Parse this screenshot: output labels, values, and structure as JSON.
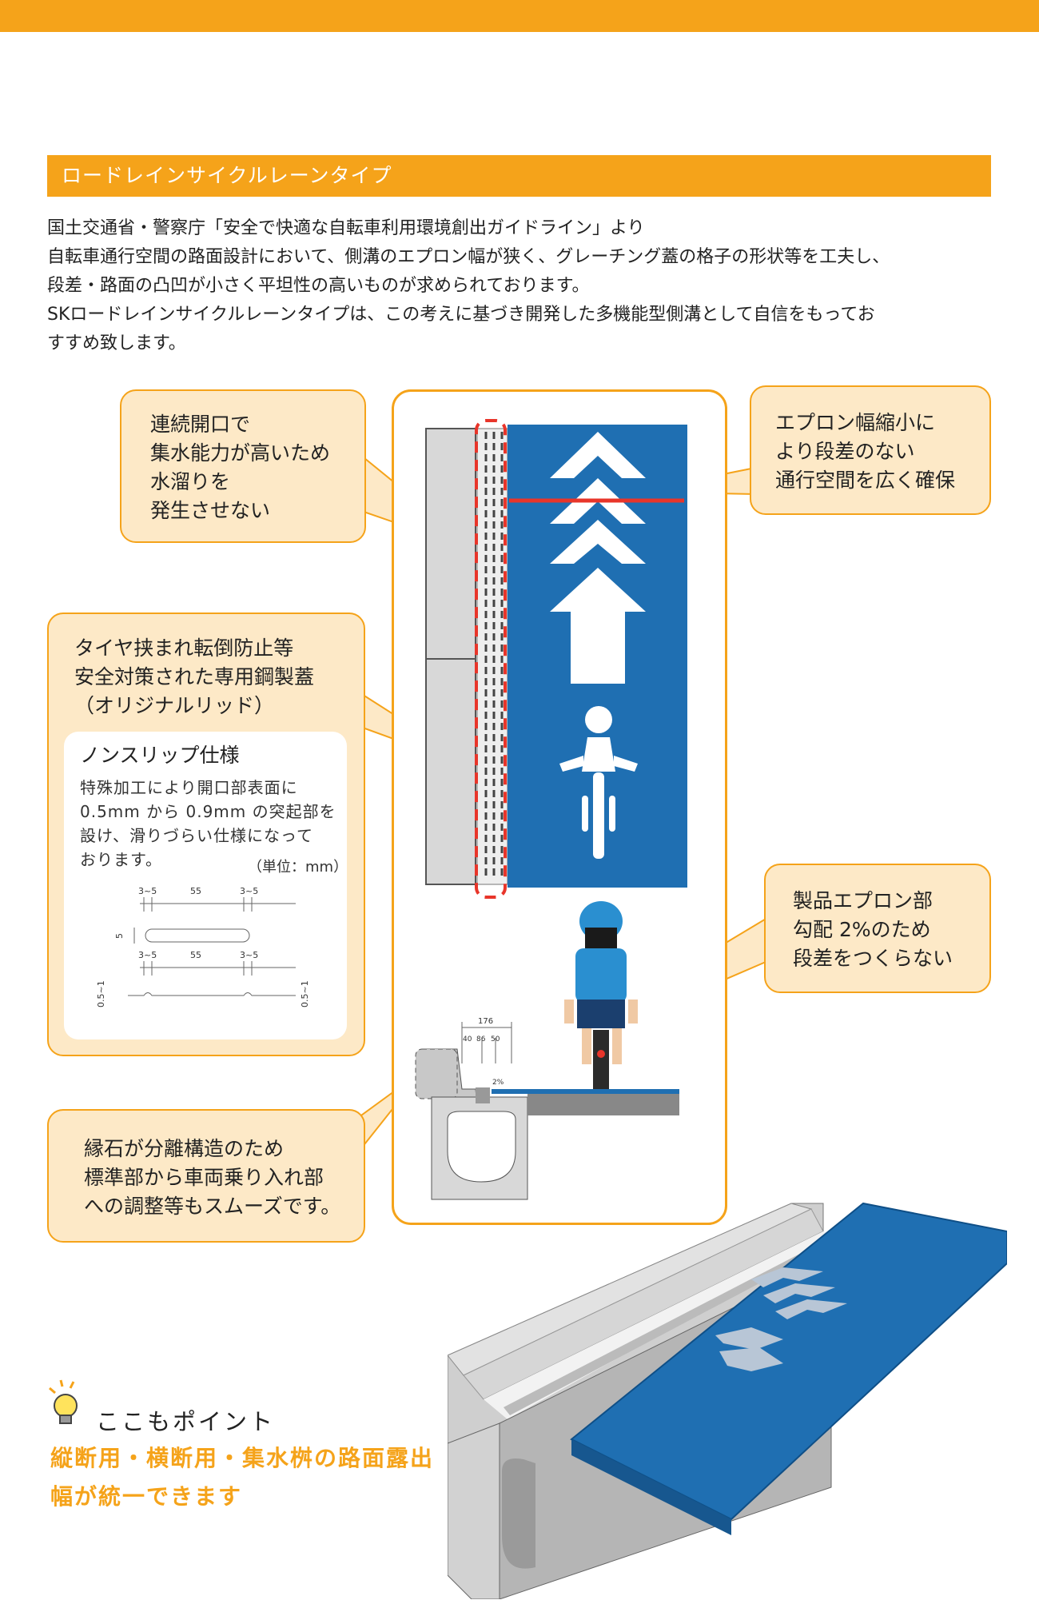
{
  "colors": {
    "accent": "#f5a31a",
    "callout_bg": "#fde9c7",
    "lane_blue": "#1f6fb2",
    "dash_red": "#e8352a"
  },
  "section": {
    "title": "ロードレインサイクルレーンタイプ"
  },
  "intro": {
    "lines": [
      "国土交通省・警察庁「安全で快適な自転車利用環境創出ガイドライン」より",
      "自転車通行空間の路面設計において、側溝のエプロン幅が狭く、グレーチング蓋の格子の形状等を工夫し、",
      "段差・路面の凸凹が小さく平坦性の高いものが求められております。",
      "SKロードレインサイクルレーンタイプは、この考えに基づき開発した多機能型側溝として自信をもってお",
      "すすめ致します。"
    ]
  },
  "callouts": {
    "opening": [
      "連続開口で",
      "集水能力が高いため",
      "水溜りを",
      "発生させない"
    ],
    "apron_width": [
      "エプロン幅縮小に",
      "より段差のない",
      "通行空間を広く確保"
    ],
    "lid": [
      "タイヤ挟まれ転倒防止等",
      "安全対策された専用鋼製蓋",
      "（オリジナルリッド）"
    ],
    "apron_slope": [
      "製品エプロン部",
      "勾配 2%のため",
      "段差をつくらない"
    ],
    "curb": [
      "縁石が分離構造のため",
      "標準部から車両乗り入れ部",
      "への調整等もスムーズです。"
    ]
  },
  "nonslip": {
    "title": "ノンスリップ仕様",
    "body": [
      "特殊加工により開口部表面に",
      "0.5mm から 0.9mm の突起部を",
      "設け、滑りづらい仕様になって",
      "おります。"
    ],
    "unit": "（単位：mm）",
    "dims": {
      "a": "3~5",
      "b": "55",
      "c": "3~5",
      "h": "5",
      "d": "3~5",
      "e": "55",
      "f": "3~5",
      "g": "0.5~1",
      "i": "0.5~1"
    }
  },
  "section_dims": {
    "total": "176",
    "a": "40",
    "b": "86",
    "c": "50",
    "slope": "2%"
  },
  "point": {
    "title": "ここもポイント",
    "lines": [
      "縦断用・横断用・集水桝の路面露出",
      "幅が統一できます"
    ],
    "icon": "lightbulb-icon"
  }
}
